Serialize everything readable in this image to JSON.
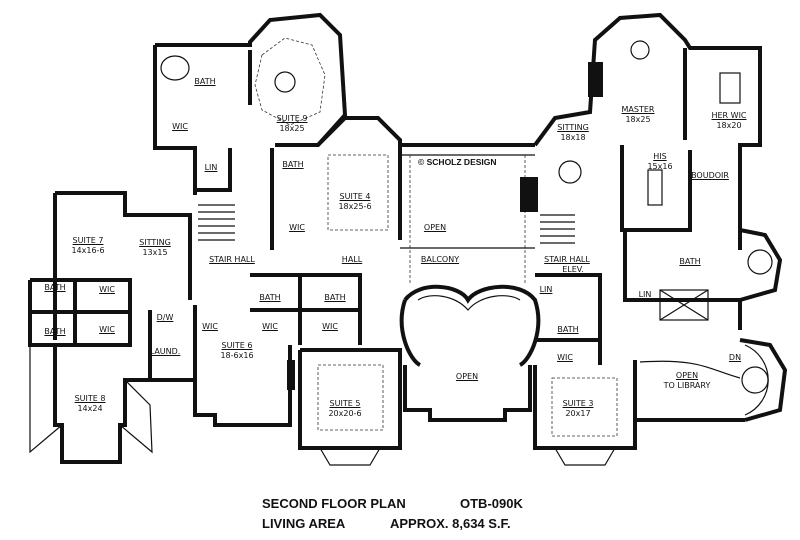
{
  "copyright": "© SCHOLZ DESIGN",
  "title": {
    "line1_left": "SECOND FLOOR PLAN",
    "line1_right": "OTB-090K",
    "line2_left": "LIVING AREA",
    "line2_right": "APPROX. 8,634 S.F."
  },
  "rooms": [
    {
      "name": "BATH",
      "size": ""
    },
    {
      "name": "SUITE 9",
      "size": "18x25"
    },
    {
      "name": "WIC",
      "size": ""
    },
    {
      "name": "LIN",
      "size": ""
    },
    {
      "name": "BATH",
      "size": ""
    },
    {
      "name": "SUITE 4",
      "size": "18x25-6"
    },
    {
      "name": "WIC",
      "size": ""
    },
    {
      "name": "SUITE 7",
      "size": "14x16-6"
    },
    {
      "name": "SITTING",
      "size": "13x15"
    },
    {
      "name": "STAIR HALL",
      "size": ""
    },
    {
      "name": "HALL",
      "size": ""
    },
    {
      "name": "OPEN",
      "size": ""
    },
    {
      "name": "BALCONY",
      "size": ""
    },
    {
      "name": "SITTING",
      "size": "18x18"
    },
    {
      "name": "MASTER",
      "size": "18x25"
    },
    {
      "name": "HER WIC",
      "size": "18x20"
    },
    {
      "name": "HIS",
      "size": "15x16"
    },
    {
      "name": "BOUDOIR",
      "size": ""
    },
    {
      "name": "STAIR HALL",
      "size": ""
    },
    {
      "name": "ELEV.",
      "size": ""
    },
    {
      "name": "BATH",
      "size": ""
    },
    {
      "name": "LIN",
      "size": ""
    },
    {
      "name": "BATH",
      "size": ""
    },
    {
      "name": "WIC",
      "size": ""
    },
    {
      "name": "LIN",
      "size": ""
    },
    {
      "name": "OPEN",
      "size": ""
    },
    {
      "name": "SUITE 3",
      "size": "20x17"
    },
    {
      "name": "OPEN",
      "size": "TO LIBRARY"
    },
    {
      "name": "DN",
      "size": ""
    },
    {
      "name": "BATH",
      "size": ""
    },
    {
      "name": "WIC",
      "size": ""
    },
    {
      "name": "BATH",
      "size": ""
    },
    {
      "name": "WIC",
      "size": ""
    },
    {
      "name": "D/W",
      "size": ""
    },
    {
      "name": "WIC",
      "size": ""
    },
    {
      "name": "LAUND.",
      "size": ""
    },
    {
      "name": "SUITE 6",
      "size": "18-6x16"
    },
    {
      "name": "BATH",
      "size": ""
    },
    {
      "name": "BATH",
      "size": ""
    },
    {
      "name": "WIC",
      "size": ""
    },
    {
      "name": "WIC",
      "size": ""
    },
    {
      "name": "SUITE 8",
      "size": "14x24"
    },
    {
      "name": "SUITE 5",
      "size": "20x20-6"
    }
  ]
}
